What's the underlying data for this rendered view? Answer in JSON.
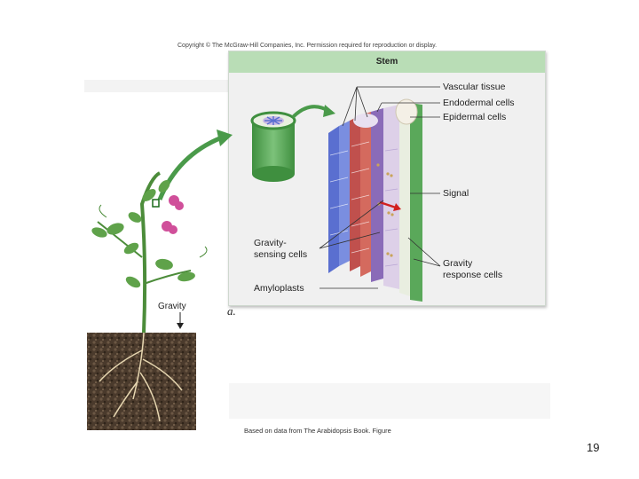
{
  "header": {
    "copyright": "Copyright © The McGraw-Hill Companies, Inc. Permission required for reproduction or display."
  },
  "panel": {
    "title": "Stem",
    "labels": {
      "vascular_tissue": "Vascular tissue",
      "endodermal_cells": "Endodermal cells",
      "epidermal_cells": "Epidermal cells",
      "signal": "Signal",
      "gravity_sensing_1": "Gravity-",
      "gravity_sensing_2": "sensing cells",
      "gravity_response_1": "Gravity",
      "gravity_response_2": "response cells",
      "amyloplasts": "Amyloplasts"
    }
  },
  "plant": {
    "gravity_label": "Gravity",
    "part_label": "a."
  },
  "footer": {
    "source": "Based on data from The Arabidopsis Book. Figure",
    "page_number": "19"
  },
  "colors": {
    "panel_header": "#b9ddb6",
    "panel_bg": "#f0f0f0",
    "vascular_blue": "#5a6fd0",
    "vascular_red": "#c0504d",
    "endodermal_purple": "#8a6bb8",
    "epidermal_green": "#5aa85a",
    "signal_red": "#d11f1f",
    "soil": "#4a3a2c"
  }
}
